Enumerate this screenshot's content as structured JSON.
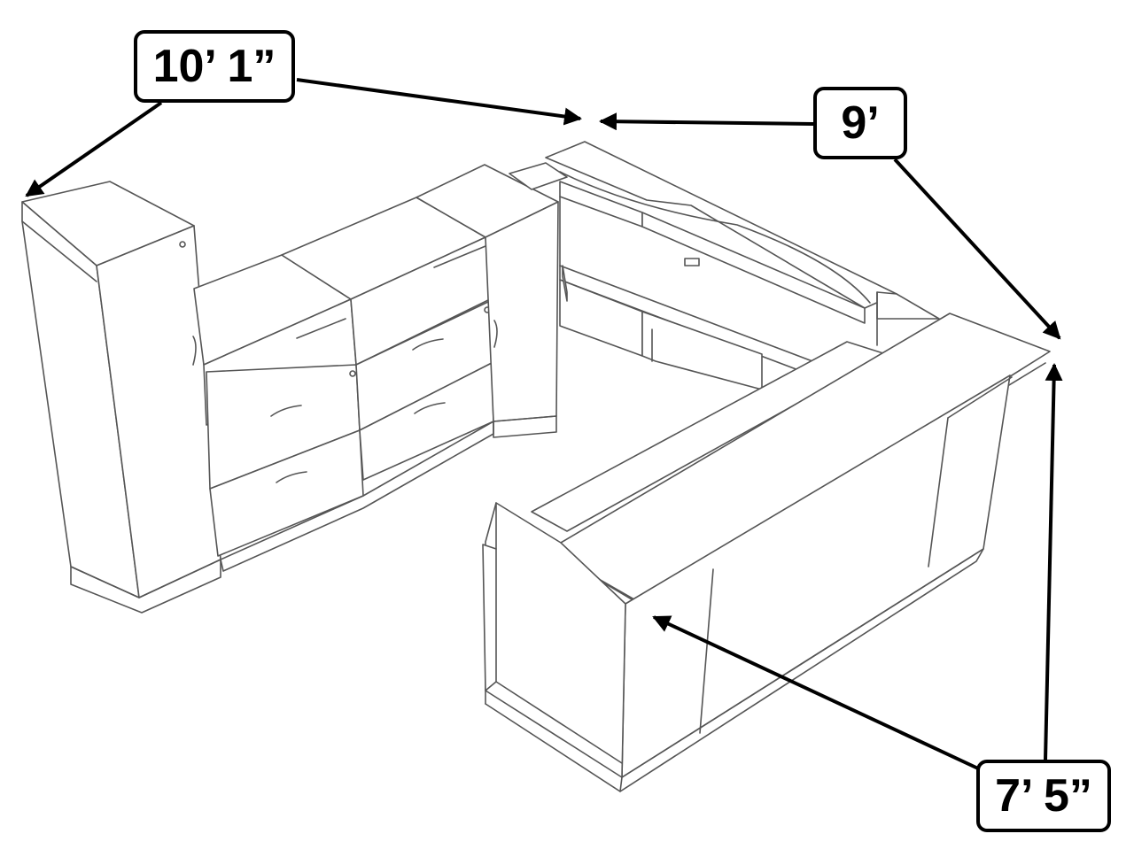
{
  "dimensions": {
    "width_label": "10’ 1”",
    "depth_label": "9’",
    "height_label": "7’ 5”"
  },
  "colors": {
    "outline": "#555555",
    "arrow": "#000000",
    "background": "#ffffff"
  }
}
